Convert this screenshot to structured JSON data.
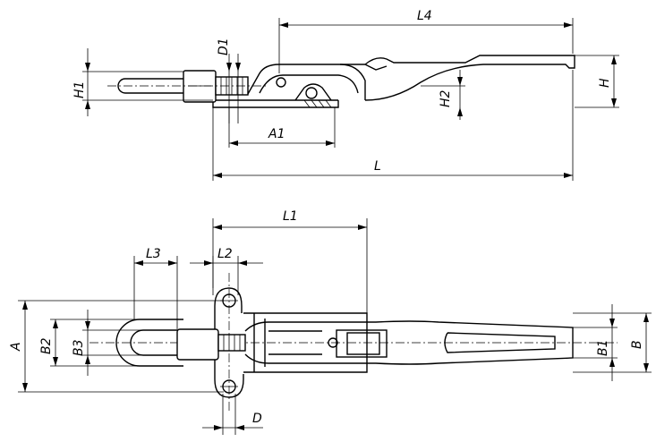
{
  "labels": {
    "L4": "L4",
    "D1": "D1",
    "H1": "H1",
    "H2": "H2",
    "H": "H",
    "A1": "A1",
    "L": "L",
    "L1": "L1",
    "L3": "L3",
    "L2": "L2",
    "A": "A",
    "B2": "B2",
    "B3": "B3",
    "B1": "B1",
    "B": "B",
    "D": "D"
  }
}
